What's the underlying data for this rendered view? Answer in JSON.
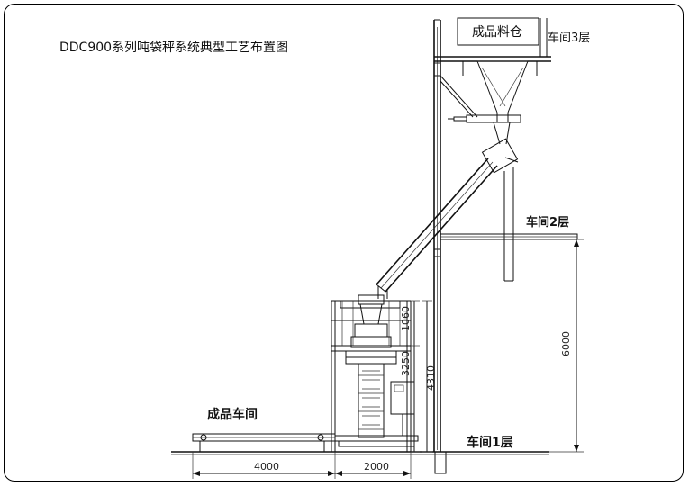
{
  "title": "DDC900系列吨袋秤系统典型工艺布置图",
  "labels": {
    "silo": "成品料仓",
    "floor3": "车间3层",
    "floor2": "车间2层",
    "floor1": "车间1层",
    "product_workshop": "成品车间"
  },
  "dimensions": {
    "d6000": "6000",
    "d1060": "1060",
    "d3250": "3250",
    "d4310": "4310",
    "d4000": "4000",
    "d2000": "2000"
  }
}
